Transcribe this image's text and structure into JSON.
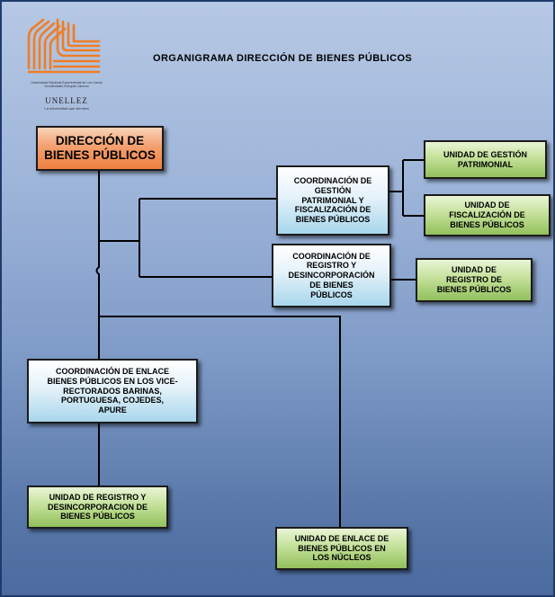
{
  "page": {
    "title": "ORGANIGRAMA DIRECCIÓN DE BIENES PÚBLICOS"
  },
  "logo": {
    "institution": "Universidad Nacional Experimental de Los Llanos Occidentales Ezequiel Zamora",
    "name": "UNELLEZ",
    "slogan": "La universidad que siembra"
  },
  "colors": {
    "director": "#ee8040",
    "coordination": "#a8d6ec",
    "unit": "#92c05c",
    "connector": "#000000"
  },
  "boxes": {
    "direccion": "DIRECCIÓN DE\nBIENES PÚBLICOS",
    "coord_gestion": "COORDINACIÓN DE\nGESTIÓN\nPATRIMONIAL Y\nFISCALIZACIÓN DE\nBIENES PÚBLICOS",
    "coord_registro": "COORDINACIÓN DE\nREGISTRO Y\nDESINCORPORACIÓN\nDE BIENES\nPÚBLICOS",
    "coord_enlace": "COORDINACIÓN DE ENLACE\nBIENES PÚBLICOS EN LOS VICE-\nRECTORADOS BARINAS,\nPORTUGUESA, COJEDES,\nAPURE",
    "unidad_gestion": "UNIDAD DE GESTIÓN\nPATRIMONIAL",
    "unidad_fiscalizacion": "UNIDAD DE\nFISCALIZACIÓN DE\nBIENES PÚBLICOS",
    "unidad_registro": "UNIDAD DE\nREGISTRO DE\nBIENES PÚBLICOS",
    "unidad_registro_desinc": "UNIDAD DE REGISTRO Y\nDESINCORPORACION DE\nBIENES PÚBLICOS",
    "unidad_enlace_nucleos": "UNIDAD DE ENLACE DE\nBIENES PÚBLICOS EN\nLOS NÚCLEOS"
  }
}
